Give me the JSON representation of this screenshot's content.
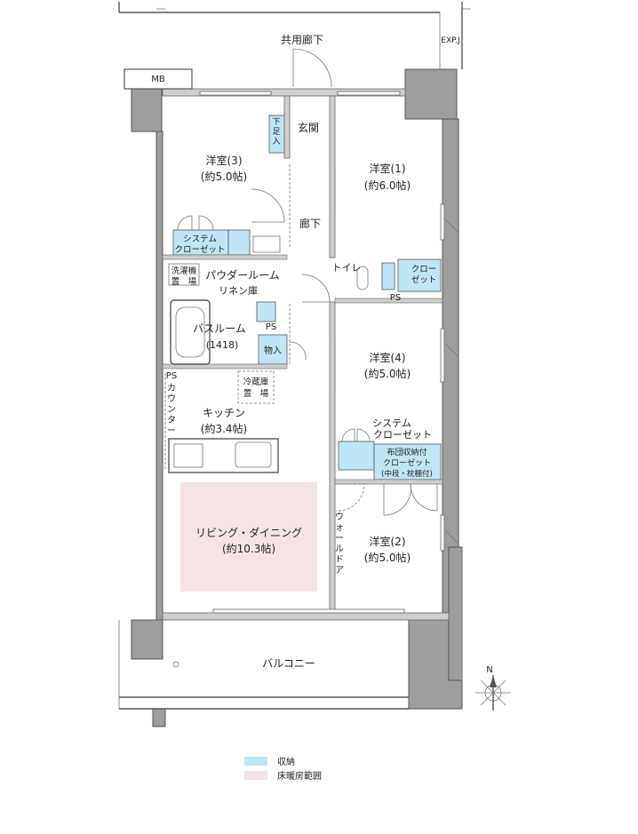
{
  "labels": {
    "corridor_common": "共用廊下",
    "exp_j": "EXP.J",
    "mb": "MB",
    "genkan": "玄関",
    "getabako": "下足入",
    "western3_name": "洋室(3)",
    "western3_size": "(約5.0帖)",
    "western1_name": "洋室(1)",
    "western1_size": "(約6.0帖)",
    "hallway": "廊下",
    "system_closet_a_1": "システム",
    "system_closet_a_2": "クローゼット",
    "washer_1": "洗濯機",
    "washer_2": "置　場",
    "powder_room": "パウダールーム",
    "linen": "リネン庫",
    "toilet": "トイレ",
    "closet_1_1": "クロー",
    "closet_1_2": "ゼット",
    "ps_toilet": "PS",
    "ps_bath": "PS",
    "bath_name": "バスルーム",
    "bath_size": "(1418)",
    "storage_room": "物入",
    "western4_name": "洋室(4)",
    "western4_size": "(約5.0帖)",
    "ps_kitchen": "PS",
    "fridge_1": "冷蔵庫",
    "fridge_2": "置　場",
    "counter": "カウンター",
    "kitchen_name": "キッチン",
    "kitchen_size": "(約3.4帖)",
    "system_closet_b_1": "システム",
    "system_closet_b_2": "クローゼット",
    "futon_1": "布団収納付",
    "futon_2": "クローゼット",
    "futon_3": "(中段・枕棚付)",
    "ld_name": "リビング・ダイニング",
    "ld_size": "(約10.3帖)",
    "walk_door": "ウォールドア",
    "western2_name": "洋室(2)",
    "western2_size": "(約5.0帖)",
    "balcony": "バルコニー",
    "compass_n": "N"
  },
  "legend": {
    "storage": "収納",
    "floor_heating": "床暖房範囲"
  },
  "colors": {
    "storage": "#bfe6f5",
    "floor_heating": "#f5e4e4",
    "wall": "#9e9e9e"
  }
}
